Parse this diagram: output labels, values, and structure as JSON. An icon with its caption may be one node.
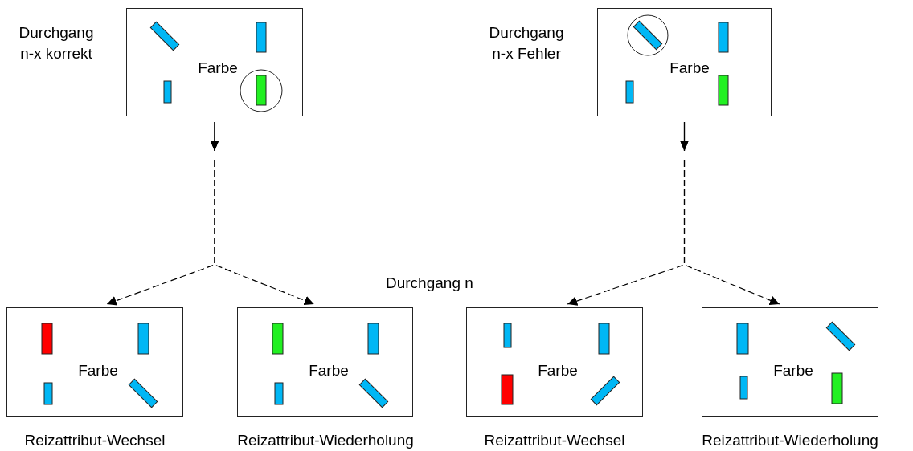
{
  "diagram": {
    "nodes": [
      {
        "text": [
          "Farbe"
        ],
        "beside": [
          "Durchgang n-x korrekt"
        ]
      },
      {
        "text": [
          "Farbe"
        ],
        "beside": [
          "Durchgang n-x Fehler"
        ]
      },
      {
        "text": [
          "Farbe"
        ],
        "beside": [
          "Reizattribut-Wechsel"
        ]
      },
      {
        "text": [
          "Farbe"
        ],
        "beside": [
          "Reizattribut-Wiederholung"
        ]
      },
      {
        "text": [
          "Farbe"
        ],
        "beside": [
          "Reizattribut-Wechsel"
        ]
      },
      {
        "text": [
          "Farbe"
        ],
        "beside": [
          "Reizattribut-Wiederholung"
        ]
      }
    ],
    "edges": [
      {
        "from": 0,
        "to": 2,
        "arrow": "to",
        "style": "dashed"
      },
      {
        "from": 0,
        "to": 3,
        "arrow": "to",
        "style": "dashed"
      },
      {
        "from": 1,
        "to": 4,
        "arrow": "to",
        "style": "dashed"
      },
      {
        "from": 1,
        "to": 5,
        "arrow": "to",
        "style": "dashed"
      }
    ],
    "labels": [
      "Durchgang n"
    ]
  }
}
